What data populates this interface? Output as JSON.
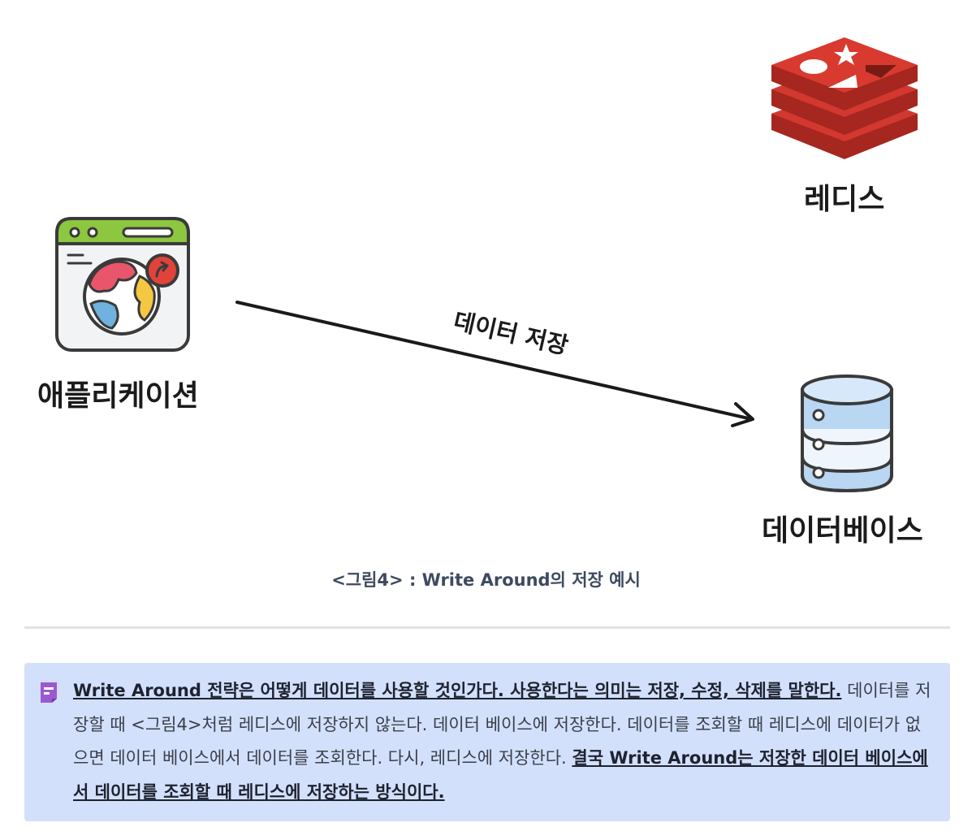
{
  "diagram": {
    "nodes": {
      "application": "애플리케이션",
      "redis": "레디스",
      "database": "데이터베이스"
    },
    "arrow_label": "데이터 저장",
    "icons": {
      "application": "browser-globe-icon",
      "redis": "redis-logo-icon",
      "database": "database-cylinder-icon"
    },
    "colors": {
      "browser_bar": "#8dc63f",
      "redis_red": "#c9302c",
      "db_blue": "#b9d6f3",
      "arrow": "#1a1a1a"
    }
  },
  "caption": "<그림4> : Write Around의 저장 예시",
  "callout": {
    "icon": "note-icon",
    "bold_1": "Write Around 전략은 어떻게 데이터를 사용할 것인가다. 사용한다는 의미는 저장, 수정, 삭제를 말한다.",
    "text_1": " 데이터를 저장할 때 <그림4>처럼 레디스에 저장하지 않는다. 데이터 베이스에 저장한다. 데이터를 조회할 때 레디스에 데이터가 없으면 데이터 베이스에서 데이터를 조회한다. 다시, 레디스에 저장한다. ",
    "bold_2": "결국 Write Around는 저장한 데이터 베이스에서 데이터를 조회할 때 레디스에 저장하는 방식이다.",
    "background": "#d3e0fb",
    "icon_color": "#9b59d0"
  }
}
